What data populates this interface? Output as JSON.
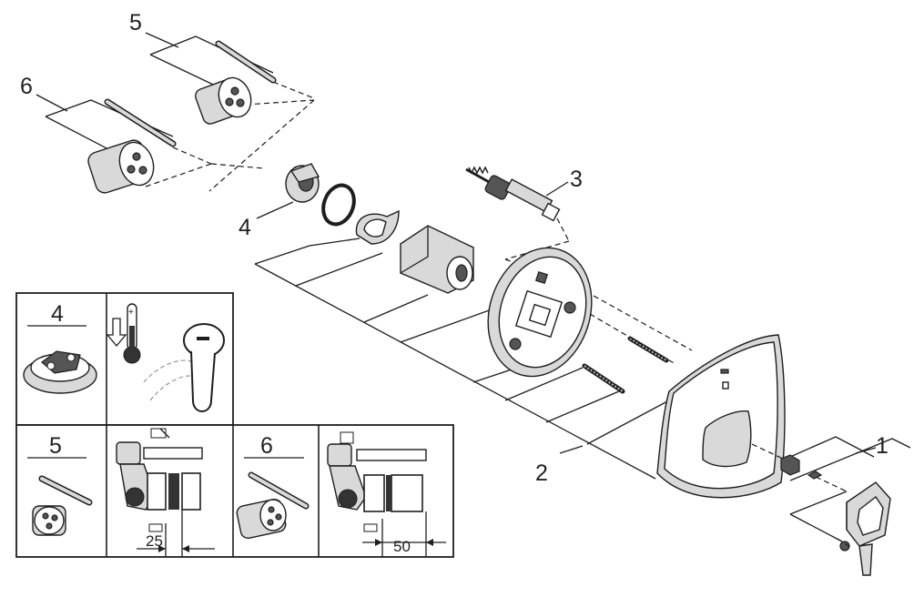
{
  "callouts": {
    "c1": "1",
    "c2": "2",
    "c3": "3",
    "c4": "4",
    "c5": "5",
    "c6": "6"
  },
  "inset": {
    "label_4": "4",
    "label_5": "5",
    "label_6": "6",
    "dim_25": "25",
    "dim_50": "50"
  }
}
